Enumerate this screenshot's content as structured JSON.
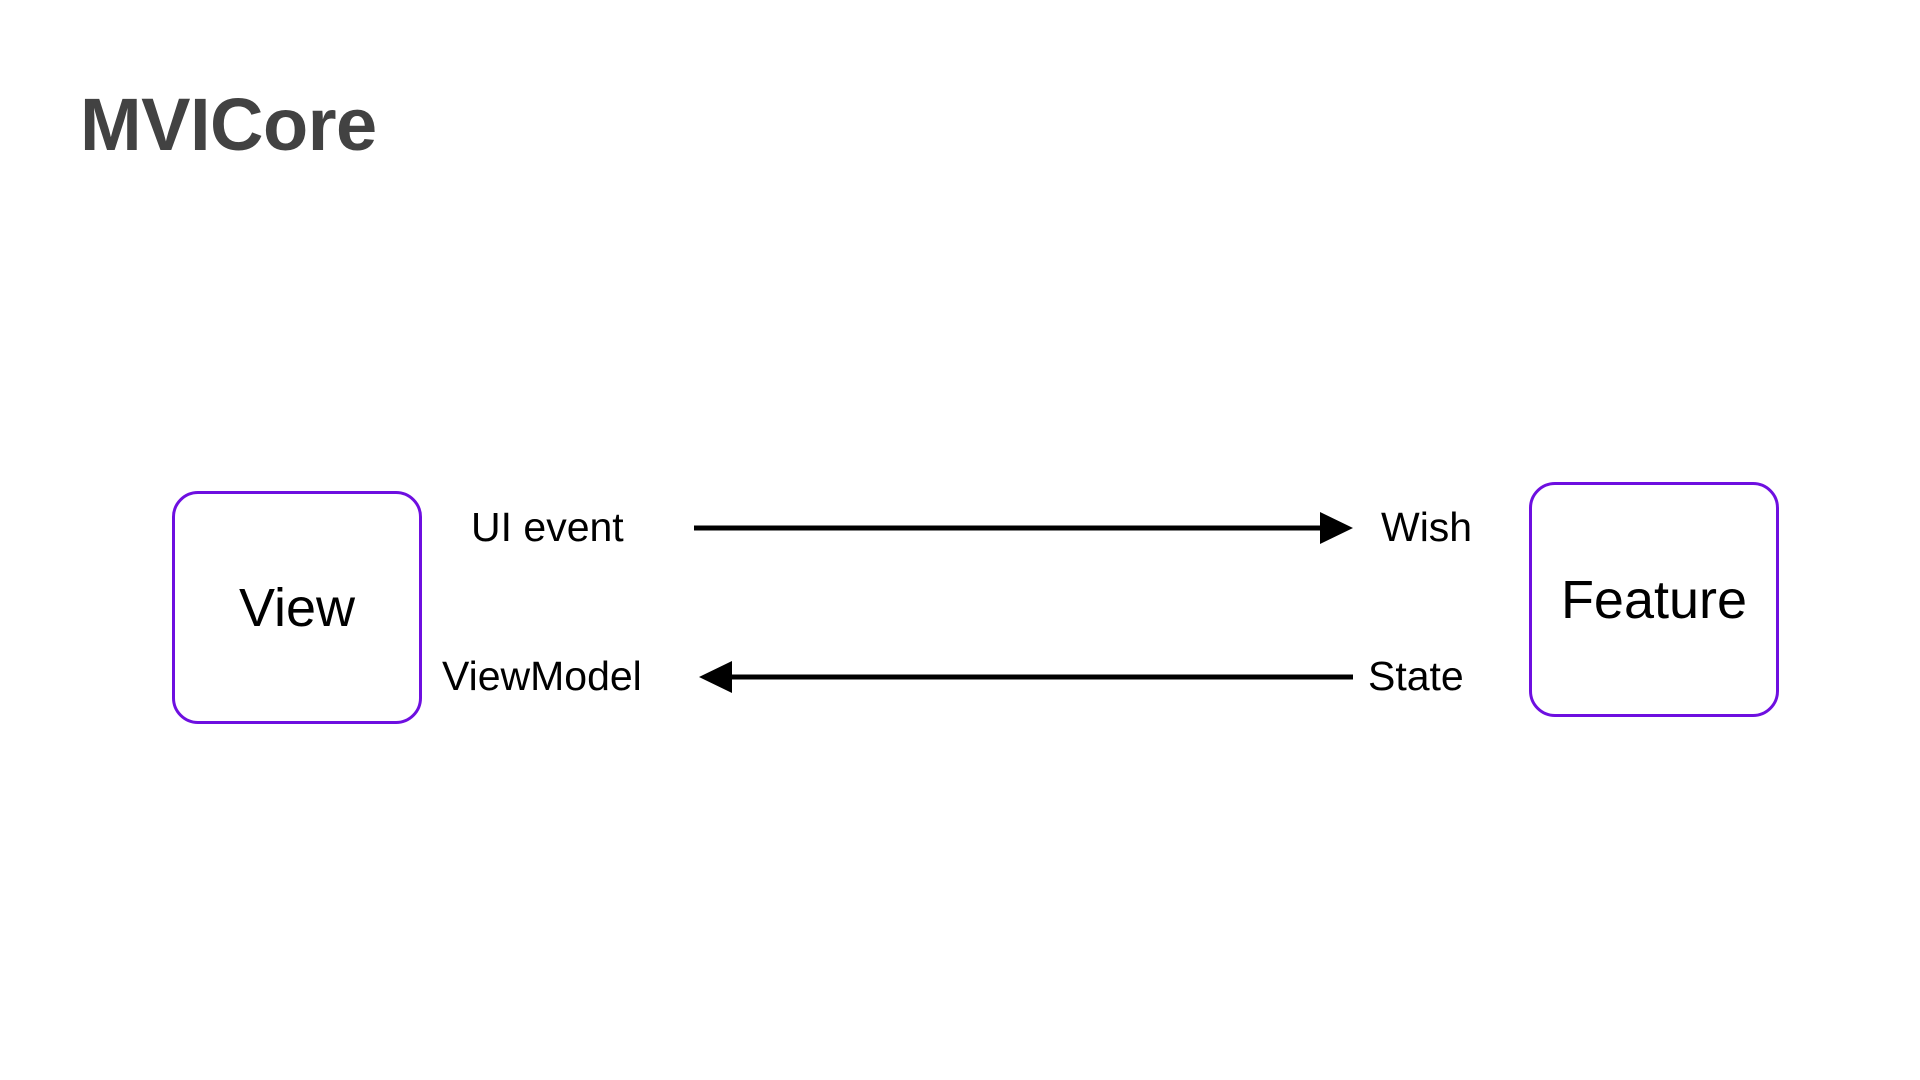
{
  "page": {
    "title": "MVICore",
    "background_color": "#ffffff",
    "title_color": "#424242"
  },
  "theme": {
    "accent_color": "#6E0FE0",
    "text_color": "#000000",
    "arrow_color": "#000000"
  },
  "diagram": {
    "type": "flow",
    "nodes": [
      {
        "id": "view",
        "label": "View"
      },
      {
        "id": "feature",
        "label": "Feature"
      }
    ],
    "edges": [
      {
        "id": "ui-event-to-wish",
        "direction": "right",
        "from": "view",
        "to": "feature",
        "source_label": "UI event",
        "target_label": "Wish"
      },
      {
        "id": "state-to-viewmodel",
        "direction": "left",
        "from": "feature",
        "to": "view",
        "source_label": "State",
        "target_label": "ViewModel"
      }
    ]
  }
}
